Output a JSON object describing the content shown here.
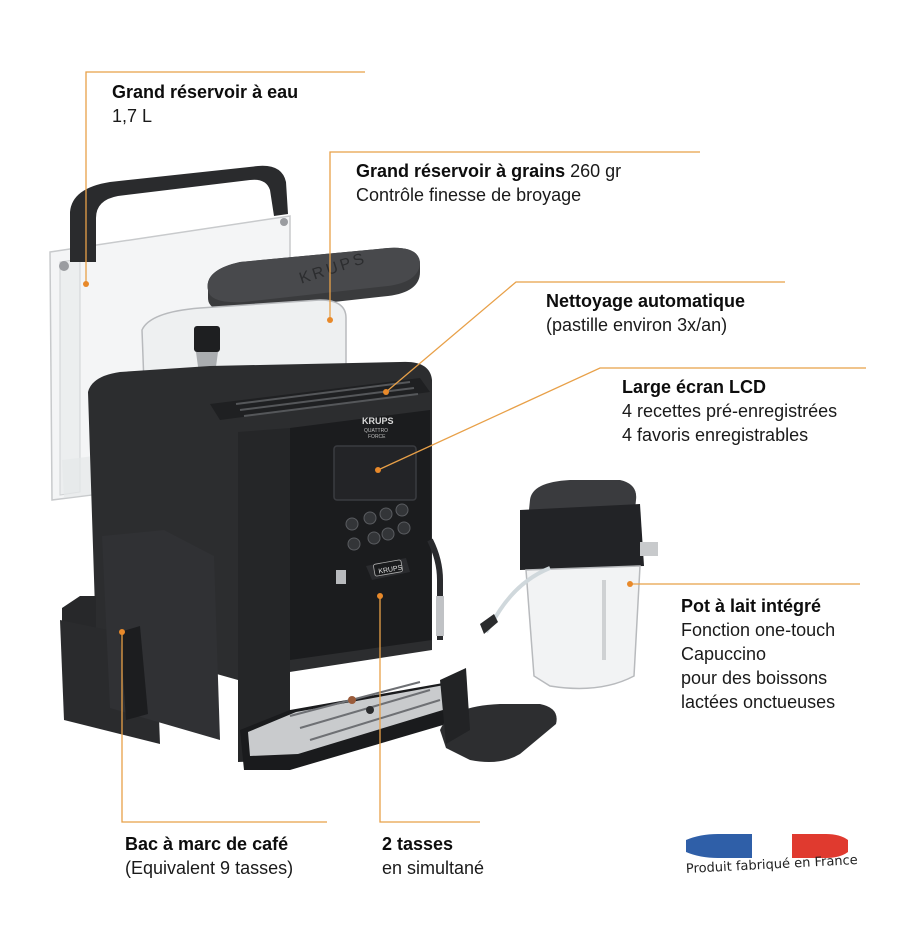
{
  "callouts": [
    {
      "id": "water-tank",
      "title": "Grand réservoir à eau",
      "title_suffix": "",
      "lines": [
        "1,7 L"
      ]
    },
    {
      "id": "bean-hopper",
      "title": "Grand réservoir à grains",
      "title_suffix": " 260 gr",
      "lines": [
        "Contrôle finesse de broyage"
      ]
    },
    {
      "id": "auto-cleaning",
      "title": "Nettoyage automatique",
      "title_suffix": "",
      "lines": [
        "(pastille environ 3x/an)"
      ]
    },
    {
      "id": "lcd-screen",
      "title": "Large écran LCD",
      "title_suffix": "",
      "lines": [
        "4 recettes pré-enregistrées",
        "4 favoris enregistrables"
      ]
    },
    {
      "id": "milk-jug",
      "title": "Pot à lait intégré",
      "title_suffix": "",
      "lines": [
        "Fonction one-touch",
        "Capuccino",
        "pour des boissons",
        "lactées onctueuses"
      ]
    },
    {
      "id": "grounds-container",
      "title": "Bac à marc de café",
      "title_suffix": "",
      "lines": [
        "(Equivalent 9 tasses)"
      ]
    },
    {
      "id": "two-cups",
      "title": "2 tasses",
      "title_suffix": "",
      "lines": [
        "en simultané"
      ]
    }
  ],
  "brand": {
    "logo_text": "KRUPS",
    "model_line1": "QUATTRO",
    "model_line2": "FORCE",
    "spout_logo": "KRUPS",
    "lid_logo": "KRUPS"
  },
  "badge": {
    "caption": "Produit fabriqué en France",
    "flag_colors": [
      "#2f5fa8",
      "#ffffff",
      "#e03a2f"
    ]
  },
  "colors": {
    "callout_line": "#e8a048",
    "callout_dot": "#e8892a",
    "machine_body": "#2c2d2f",
    "machine_dark": "#1c1d1f",
    "steel": "#c9cbcd"
  }
}
